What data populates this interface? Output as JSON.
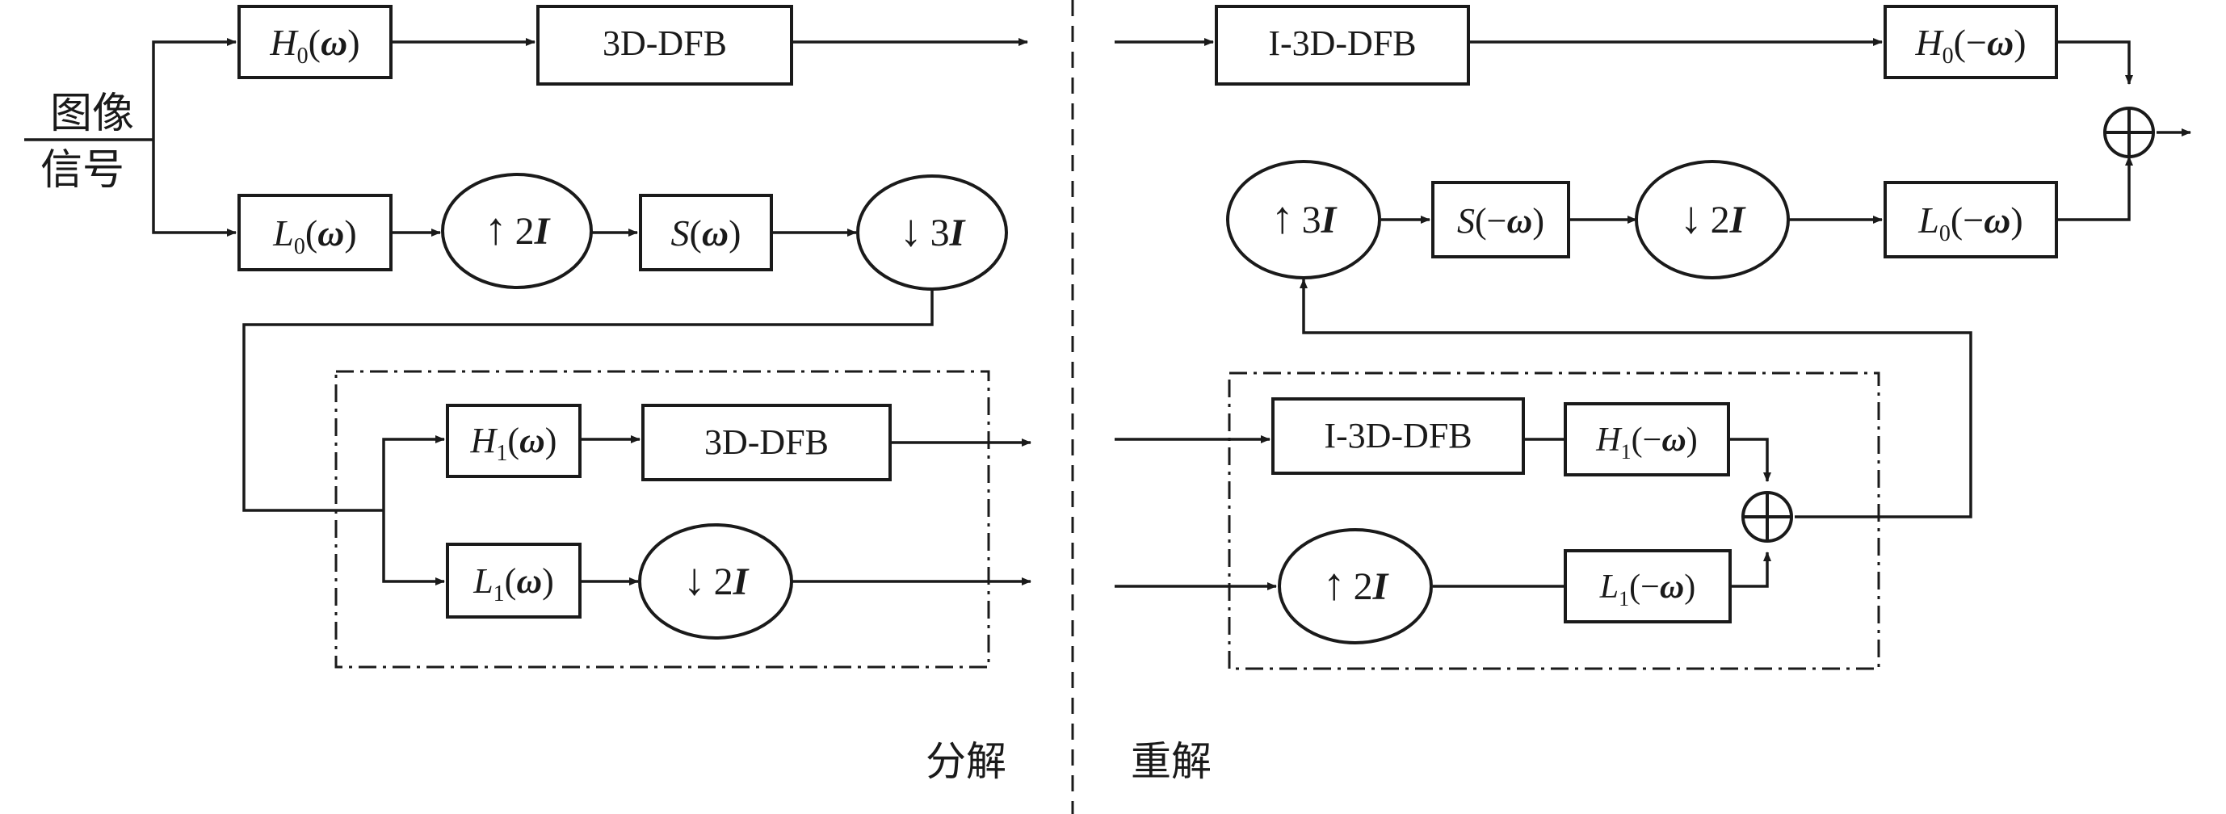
{
  "input": {
    "line1": "图像",
    "line2": "信号"
  },
  "boxes": {
    "h0": {
      "var": "H",
      "sub": "0",
      "arg": "ω",
      "neg": ""
    },
    "dfb_top": "3D-DFB",
    "l0": {
      "var": "L",
      "sub": "0",
      "arg": "ω",
      "neg": ""
    },
    "up2_top": {
      "num": "2",
      "var": "I"
    },
    "s": {
      "var": "S",
      "arg": "ω",
      "neg": ""
    },
    "down3": {
      "num": "3",
      "var": "I"
    },
    "h1": {
      "var": "H",
      "sub": "1",
      "arg": "ω",
      "neg": ""
    },
    "dfb_mid": "3D-DFB",
    "l1": {
      "var": "L",
      "sub": "1",
      "arg": "ω",
      "neg": ""
    },
    "down2_mid": {
      "num": "2",
      "var": "I"
    },
    "idfb_top": "I-3D-DFB",
    "h0n": {
      "var": "H",
      "sub": "0",
      "arg": "ω",
      "neg": "−"
    },
    "up3": {
      "num": "3",
      "var": "I"
    },
    "sn": {
      "var": "S",
      "arg": "ω",
      "neg": "−"
    },
    "down2_r": {
      "num": "2",
      "var": "I"
    },
    "l0n": {
      "var": "L",
      "sub": "0",
      "arg": "ω",
      "neg": "−"
    },
    "idfb_mid": "I-3D-DFB",
    "h1n": {
      "var": "H",
      "sub": "1",
      "arg": "ω",
      "neg": "−"
    },
    "up2_r": {
      "num": "2",
      "var": "I"
    },
    "l1n": {
      "var": "L",
      "sub": "1",
      "arg": "ω",
      "neg": "−"
    }
  },
  "sections": {
    "decomposition": "分解",
    "reconstruction": "重解"
  },
  "colors": {
    "ink": "#1a1a1a",
    "background": "#ffffff"
  }
}
